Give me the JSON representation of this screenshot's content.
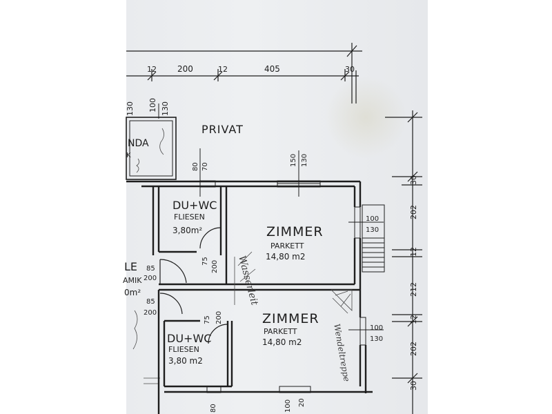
{
  "colors": {
    "ink": "#1d1d1d",
    "paper": "#eceef0",
    "pencil": "#4a4a4a"
  },
  "dimensions": {
    "top_row": [
      "12",
      "200",
      "12",
      "405",
      "30"
    ],
    "left_col": [
      "130",
      "100",
      "130"
    ],
    "right_col": [
      "30",
      "202",
      "12",
      "212",
      "12",
      "202",
      "30"
    ]
  },
  "labels": {
    "privat": "PRIVAT",
    "anda": "NDA",
    "k": "K",
    "le": "LE",
    "amik": "AMIK",
    "m2_partial": "0m²"
  },
  "rooms": {
    "wc_upper": {
      "title": "DU+WC",
      "finish": "FLIESEN",
      "area": "3,80m²"
    },
    "zimmer_upper": {
      "title": "ZIMMER",
      "finish": "PARKETT",
      "area": "14,80 m2"
    },
    "zimmer_lower": {
      "title": "ZIMMER",
      "finish": "PARKETT",
      "area": "14,80 m2"
    },
    "wc_lower": {
      "title": "DU+WC",
      "finish": "FLIESEN",
      "area": "3,80 m2"
    }
  },
  "openings": {
    "door_wc_upper": [
      "80",
      "70"
    ],
    "window_zimmer_upper": [
      "150",
      "130"
    ],
    "window_stair": [
      "100",
      "130"
    ],
    "door_wc_inner": [
      "75",
      "200"
    ],
    "door_hall_upper": [
      "85",
      "200"
    ],
    "door_hall_lower": [
      "85",
      "200"
    ],
    "door_wc_lower": [
      "75",
      "200"
    ],
    "window_zimmer_lower_right": [
      "100",
      "130"
    ],
    "window_bottom_left": [
      "80"
    ],
    "window_bottom_mid": [
      "100",
      "20"
    ]
  },
  "annotations": {
    "hallway": "Wasserleit",
    "right_vertical": "Wendeltreppe"
  }
}
